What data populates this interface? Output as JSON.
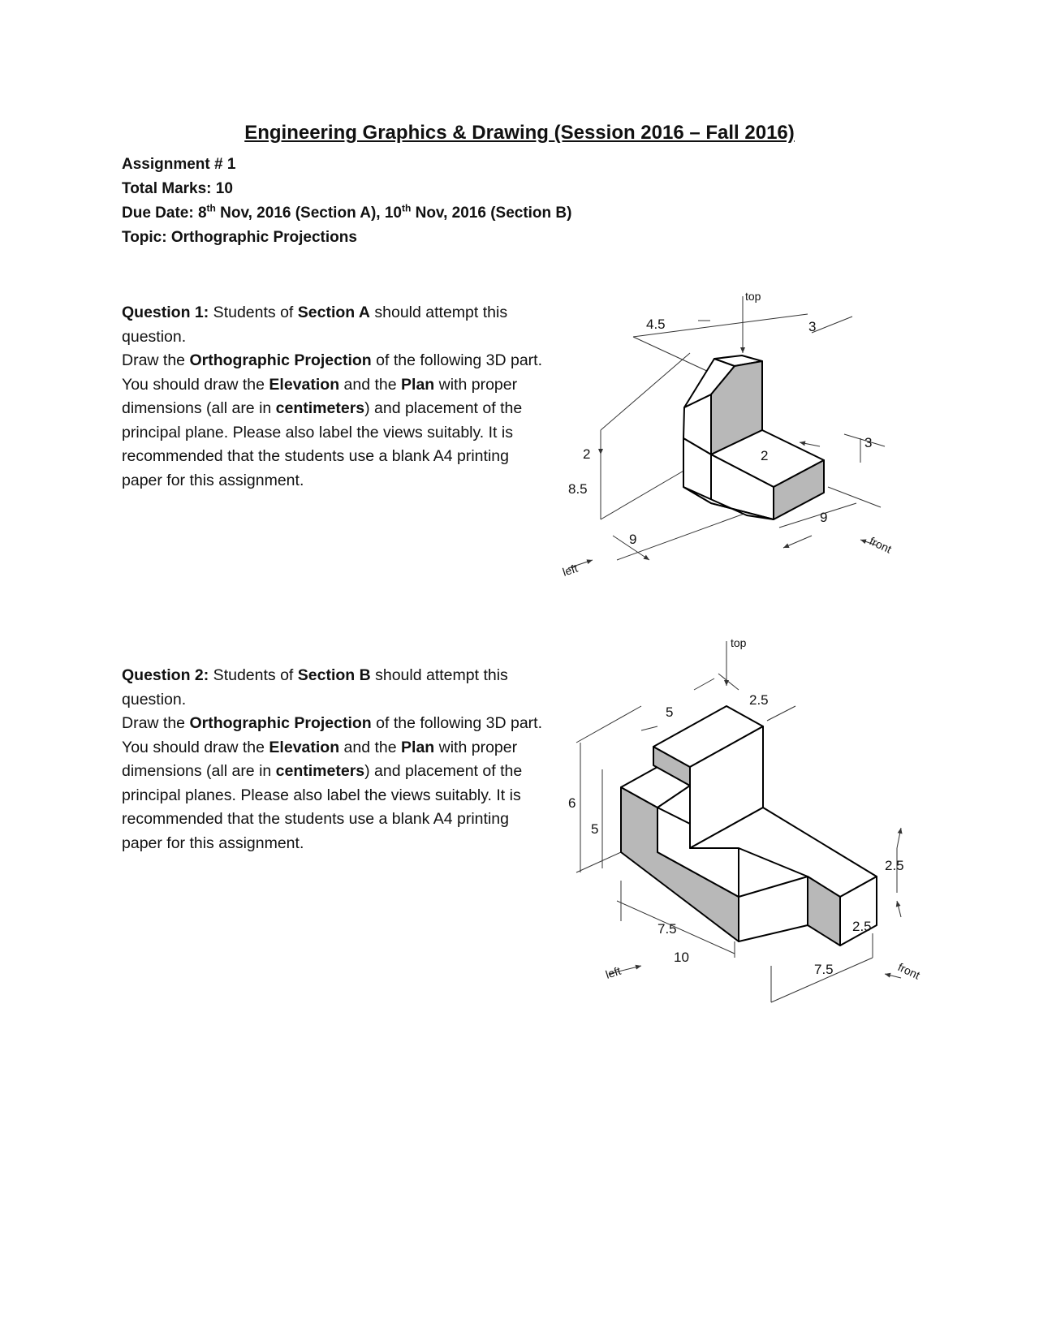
{
  "document": {
    "title": "Engineering Graphics & Drawing (Session 2016 – Fall 2016)",
    "assignment": "Assignment # 1",
    "total_marks": "Total Marks: 10",
    "due_date": {
      "prefix": "Due Date: 8",
      "sup1": "th",
      "middle": " Nov, 2016 (Section A), 10",
      "sup2": "th",
      "suffix": " Nov, 2016 (Section B)"
    },
    "topic": "Topic: Orthographic Projections"
  },
  "questions": [
    {
      "label": "Question 1:",
      "t1": " Students of ",
      "section": "Section A",
      "t2": " should attempt this question.",
      "t3": "Draw the ",
      "b1": "Orthographic Projection",
      "t4": " of the following 3D part. You should draw the ",
      "b2": "Elevation",
      "t5": " and the ",
      "b3": "Plan",
      "t6": " with proper dimensions (all are in ",
      "b4": "centimeters",
      "t7": ") and placement of the principal plane. Please also label the views suitably. It is recommended that the students use a blank A4 printing paper for this assignment."
    },
    {
      "label": "Question 2:",
      "t1": " Students of ",
      "section": "Section B",
      "t2": " should attempt this question.",
      "t3": "Draw the ",
      "b1": "Orthographic Projection",
      "t4": " of the following 3D part. You should draw the ",
      "b2": "Elevation",
      "t5": " and the ",
      "b3": "Plan",
      "t6": " with proper dimensions (all are in ",
      "b4": "centimeters",
      "t7": ") and placement of the principal planes. Please also label the views suitably. It is recommended that the students use a blank A4 printing paper for this assignment."
    }
  ],
  "figure1": {
    "top": "top",
    "left": "left",
    "front": "front",
    "dims": [
      "4.5",
      "3",
      "2",
      "8.5",
      "2",
      "3",
      "9",
      "9"
    ]
  },
  "figure2": {
    "top": "top",
    "left": "left",
    "front": "front",
    "dims": [
      "5",
      "2.5",
      "6",
      "5",
      "2.5",
      "2.5",
      "7.5",
      "10",
      "7.5"
    ]
  },
  "colors": {
    "shade": "#b8b8b8",
    "ink": "#111111"
  }
}
